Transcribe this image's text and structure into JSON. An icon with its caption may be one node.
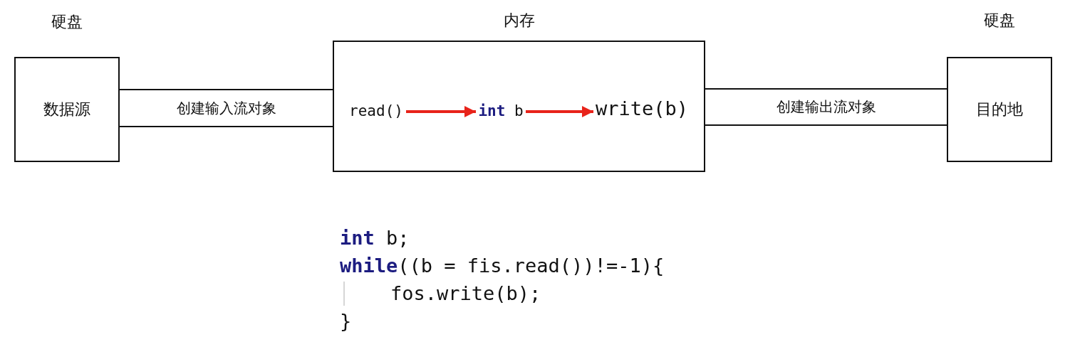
{
  "diagram": {
    "nodes": [
      {
        "text": [
          "硬盘",
          "数据源"
        ]
      },
      {
        "text": [
          "创建输入流对象"
        ]
      },
      {
        "text": [
          "内存"
        ]
      },
      {
        "text": [
          "read()"
        ],
        "in": 2
      },
      {
        "text": [
          "**int** b"
        ],
        "in": 2
      },
      {
        "text": [
          "write(b)"
        ],
        "in": 2
      },
      {
        "text": [
          "创建输出流对象"
        ]
      },
      {
        "text": [
          "硬盘",
          "目的地"
        ]
      }
    ],
    "edges": [
      {
        "from": 3,
        "to": 4,
        "arrow": "to"
      },
      {
        "from": 4,
        "to": 5,
        "arrow": "to"
      }
    ],
    "labels": [
      "**int** b;",
      "**while**((b = fis.read())!=-1){",
      "fos.write(b);",
      "}"
    ]
  }
}
